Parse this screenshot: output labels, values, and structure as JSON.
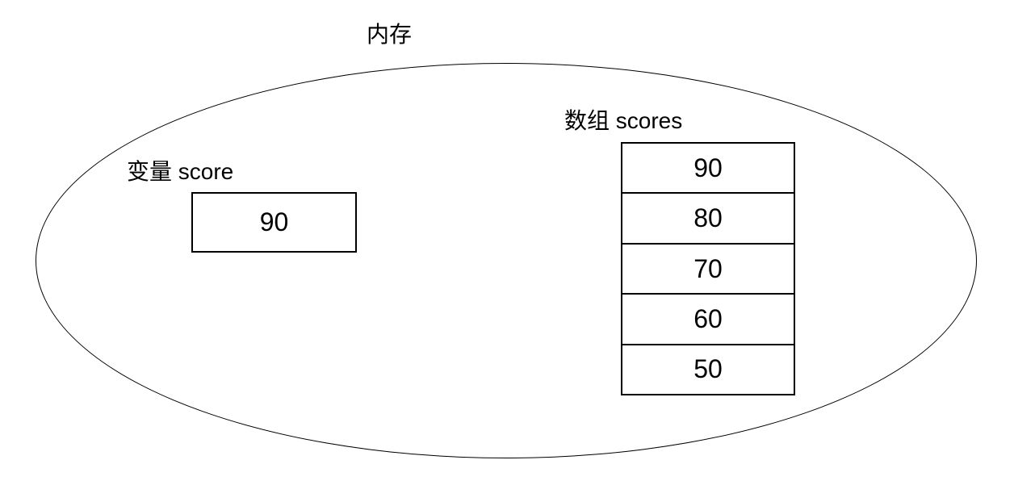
{
  "diagram": {
    "title": "内存",
    "variable": {
      "label": "变量 score",
      "value": "90"
    },
    "array": {
      "label": "数组 scores",
      "cells": [
        "90",
        "80",
        "70",
        "60",
        "50"
      ]
    }
  },
  "colors": {
    "background": "#ffffff",
    "line": "#000000",
    "text": "#000000"
  }
}
